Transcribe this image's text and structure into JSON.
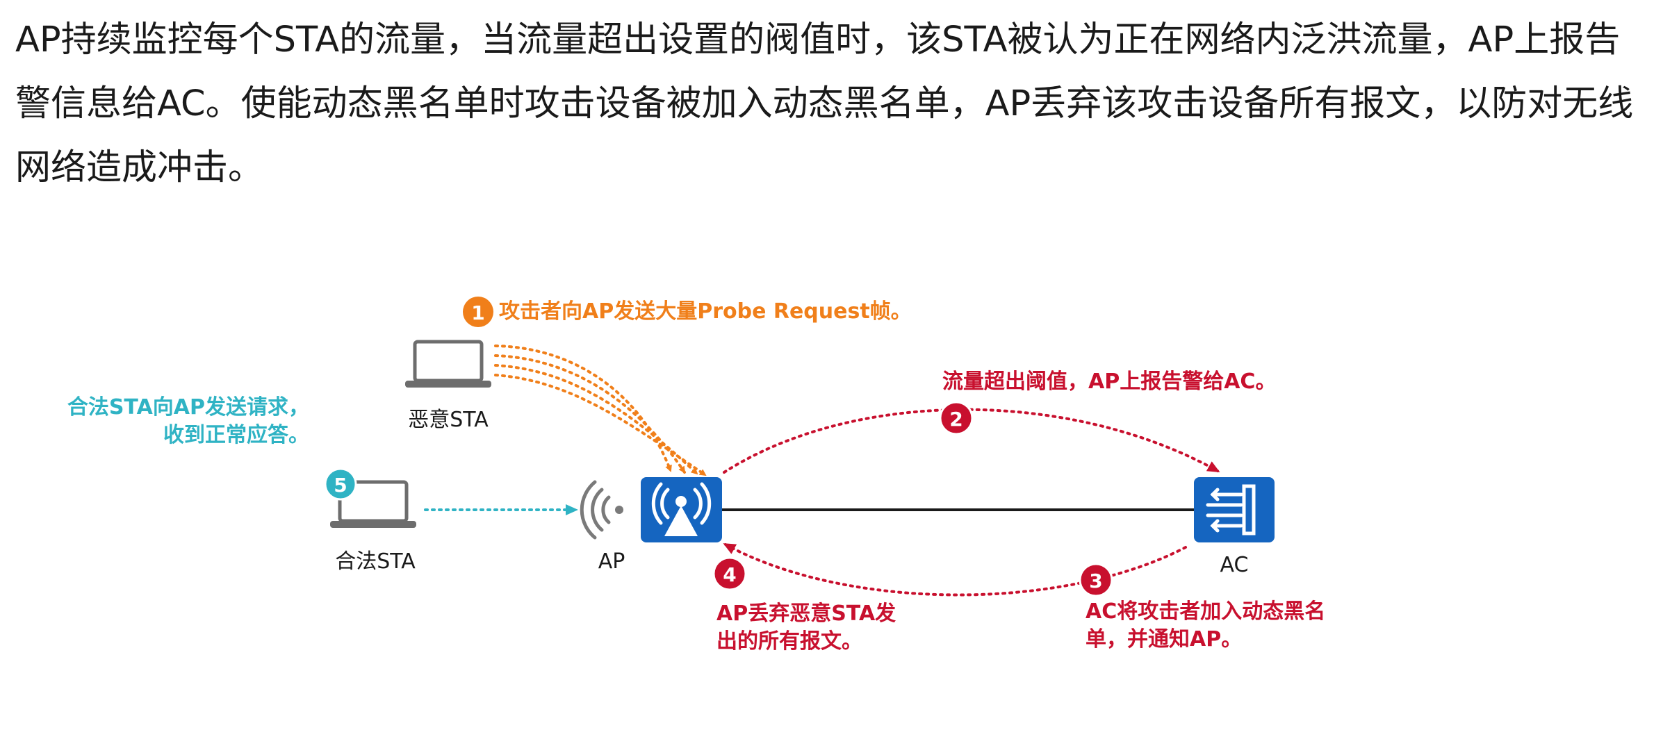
{
  "paragraph": "AP持续监控每个STA的流量，当流量超出设置的阀值时，该STA被认为正在网络内泛洪流量，AP上报告警信息给AC。使能动态黑名单时攻击设备被加入动态黑名单，AP丢弃该攻击设备所有报文，以防对无线网络造成冲击。",
  "colors": {
    "orange": "#f07f1a",
    "red": "#c8102e",
    "teal": "#2fb3c4",
    "blue": "#1565c0",
    "text": "#1a1a1a",
    "laptop": "#6d6d6d"
  },
  "devices": {
    "malicious_sta": "恶意STA",
    "legal_sta": "合法STA",
    "ap": "AP",
    "ac": "AC"
  },
  "steps": [
    {
      "num": "1",
      "lines": [
        "攻击者向AP发送大量Probe Request帧。"
      ]
    },
    {
      "num": "2",
      "lines": [
        "流量超出阈值，AP上报告警给AC。"
      ]
    },
    {
      "num": "3",
      "lines": [
        "AC将攻击者加入动态黑名",
        "单，并通知AP。"
      ]
    },
    {
      "num": "4",
      "lines": [
        "AP丢弃恶意STA发",
        "出的所有报文。"
      ]
    },
    {
      "num": "5",
      "lines": [
        "合法STA向AP发送请求，",
        "收到正常应答。"
      ]
    }
  ]
}
